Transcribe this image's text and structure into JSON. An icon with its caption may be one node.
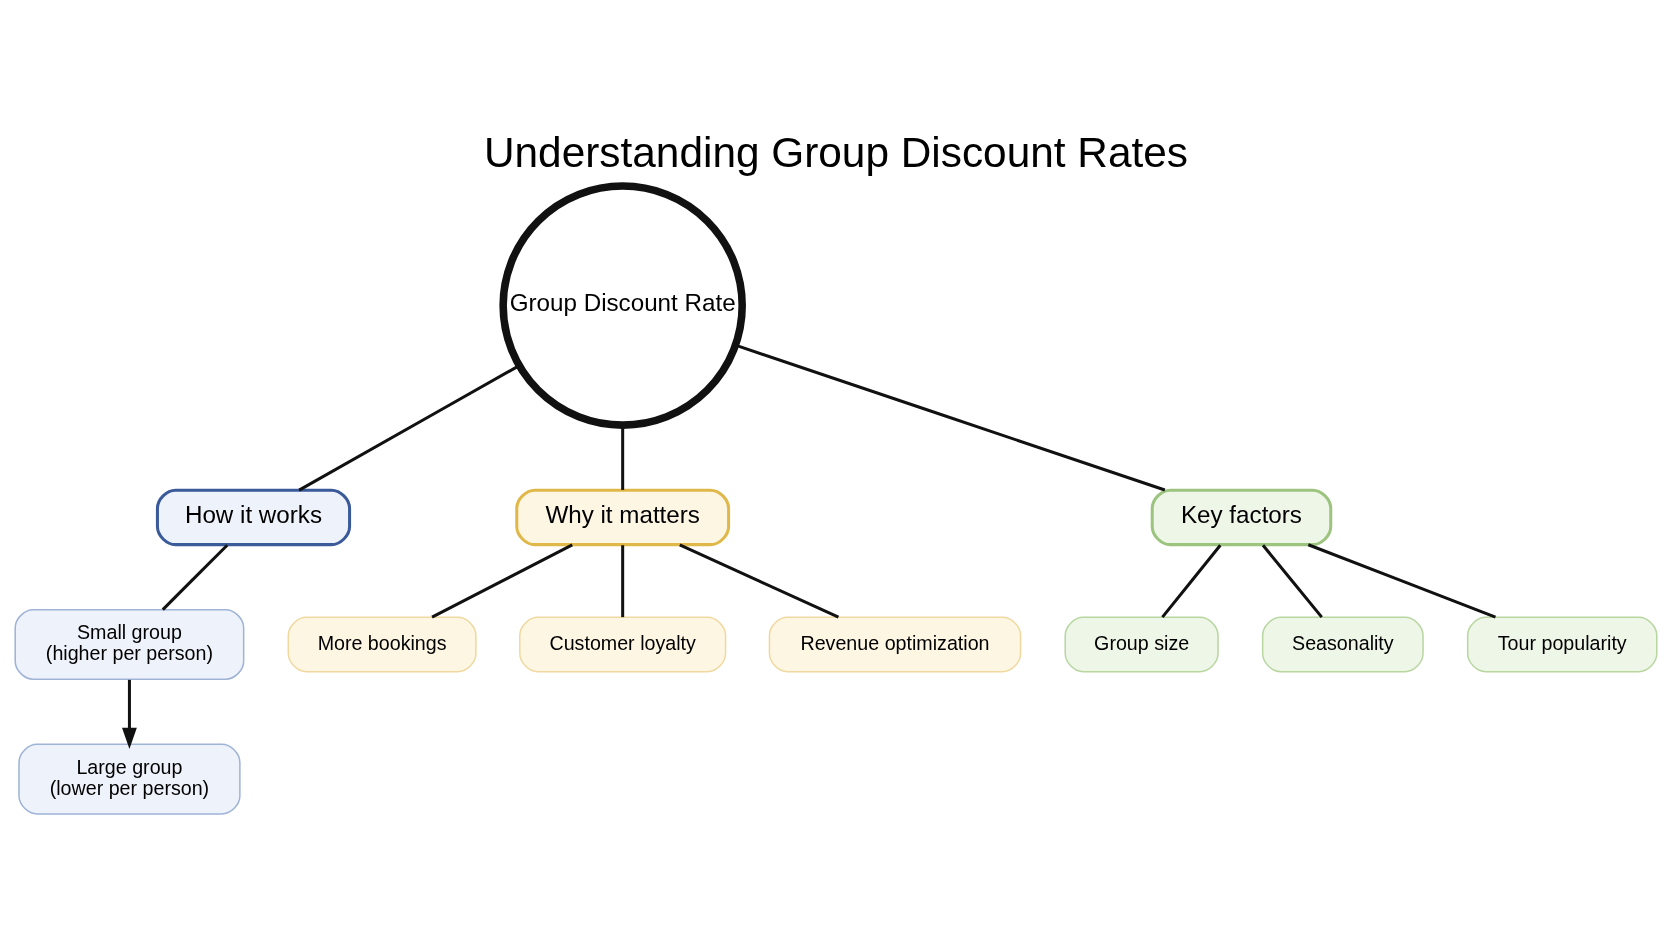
{
  "diagram": {
    "title": "Understanding Group Discount Rates",
    "nodes": [
      {
        "text": [
          "Group Discount Rate"
        ]
      },
      {
        "text": [
          "How it works"
        ]
      },
      {
        "text": [
          "Small group",
          "(higher per person)"
        ]
      },
      {
        "text": [
          "Large group",
          "(lower per person)"
        ]
      },
      {
        "text": [
          "Why it matters"
        ]
      },
      {
        "text": [
          "More bookings"
        ]
      },
      {
        "text": [
          "Customer loyalty"
        ]
      },
      {
        "text": [
          "Revenue optimization"
        ]
      },
      {
        "text": [
          "Key factors"
        ]
      },
      {
        "text": [
          "Group size"
        ]
      },
      {
        "text": [
          "Seasonality"
        ]
      },
      {
        "text": [
          "Tour popularity"
        ]
      }
    ],
    "edges": [
      {
        "from": 0,
        "to": 1,
        "arrow": "none"
      },
      {
        "from": 0,
        "to": 4,
        "arrow": "none"
      },
      {
        "from": 0,
        "to": 8,
        "arrow": "none"
      },
      {
        "from": 1,
        "to": 2,
        "arrow": "none"
      },
      {
        "from": 2,
        "to": 3,
        "arrow": "to"
      },
      {
        "from": 4,
        "to": 5,
        "arrow": "none"
      },
      {
        "from": 4,
        "to": 6,
        "arrow": "none"
      },
      {
        "from": 4,
        "to": 7,
        "arrow": "none"
      },
      {
        "from": 8,
        "to": 9,
        "arrow": "none"
      },
      {
        "from": 8,
        "to": 10,
        "arrow": "none"
      },
      {
        "from": 8,
        "to": 11,
        "arrow": "none"
      }
    ]
  }
}
